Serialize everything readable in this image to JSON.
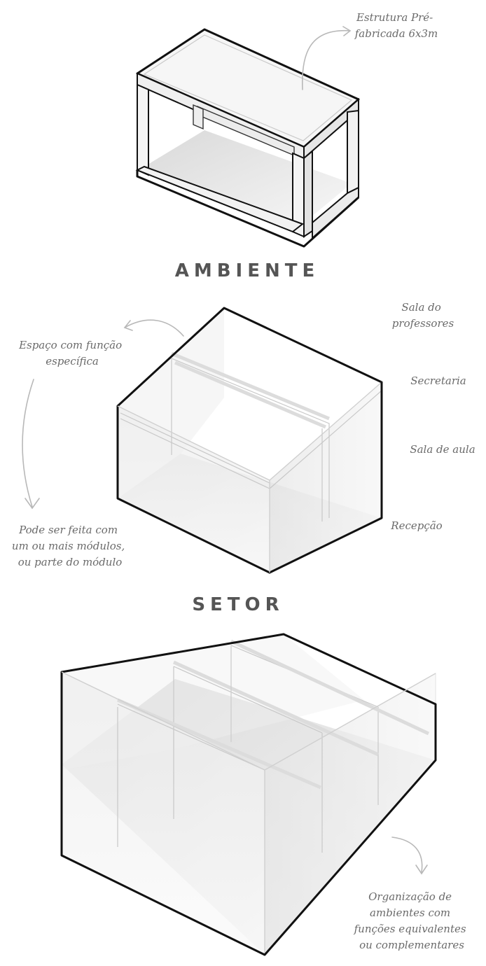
{
  "annotations": {
    "structure": [
      "Estrutura Pré-",
      "fabricada  6x3m"
    ],
    "space_function": [
      "Espaço com função",
      "específica"
    ],
    "can_be_made": [
      "Pode ser feita com",
      "um ou mais módulos,",
      "ou parte do módulo"
    ],
    "rooms": {
      "teachers": [
        "Sala do",
        "professores"
      ],
      "secretary": "Secretaria",
      "classroom": "Sala de aula",
      "reception": "Recepção"
    },
    "organization": [
      "Organização de",
      "ambientes com",
      "funções equivalentes",
      "ou complementares"
    ]
  },
  "headings": {
    "ambiente": "AMBIENTE",
    "setor": "SETOR"
  }
}
